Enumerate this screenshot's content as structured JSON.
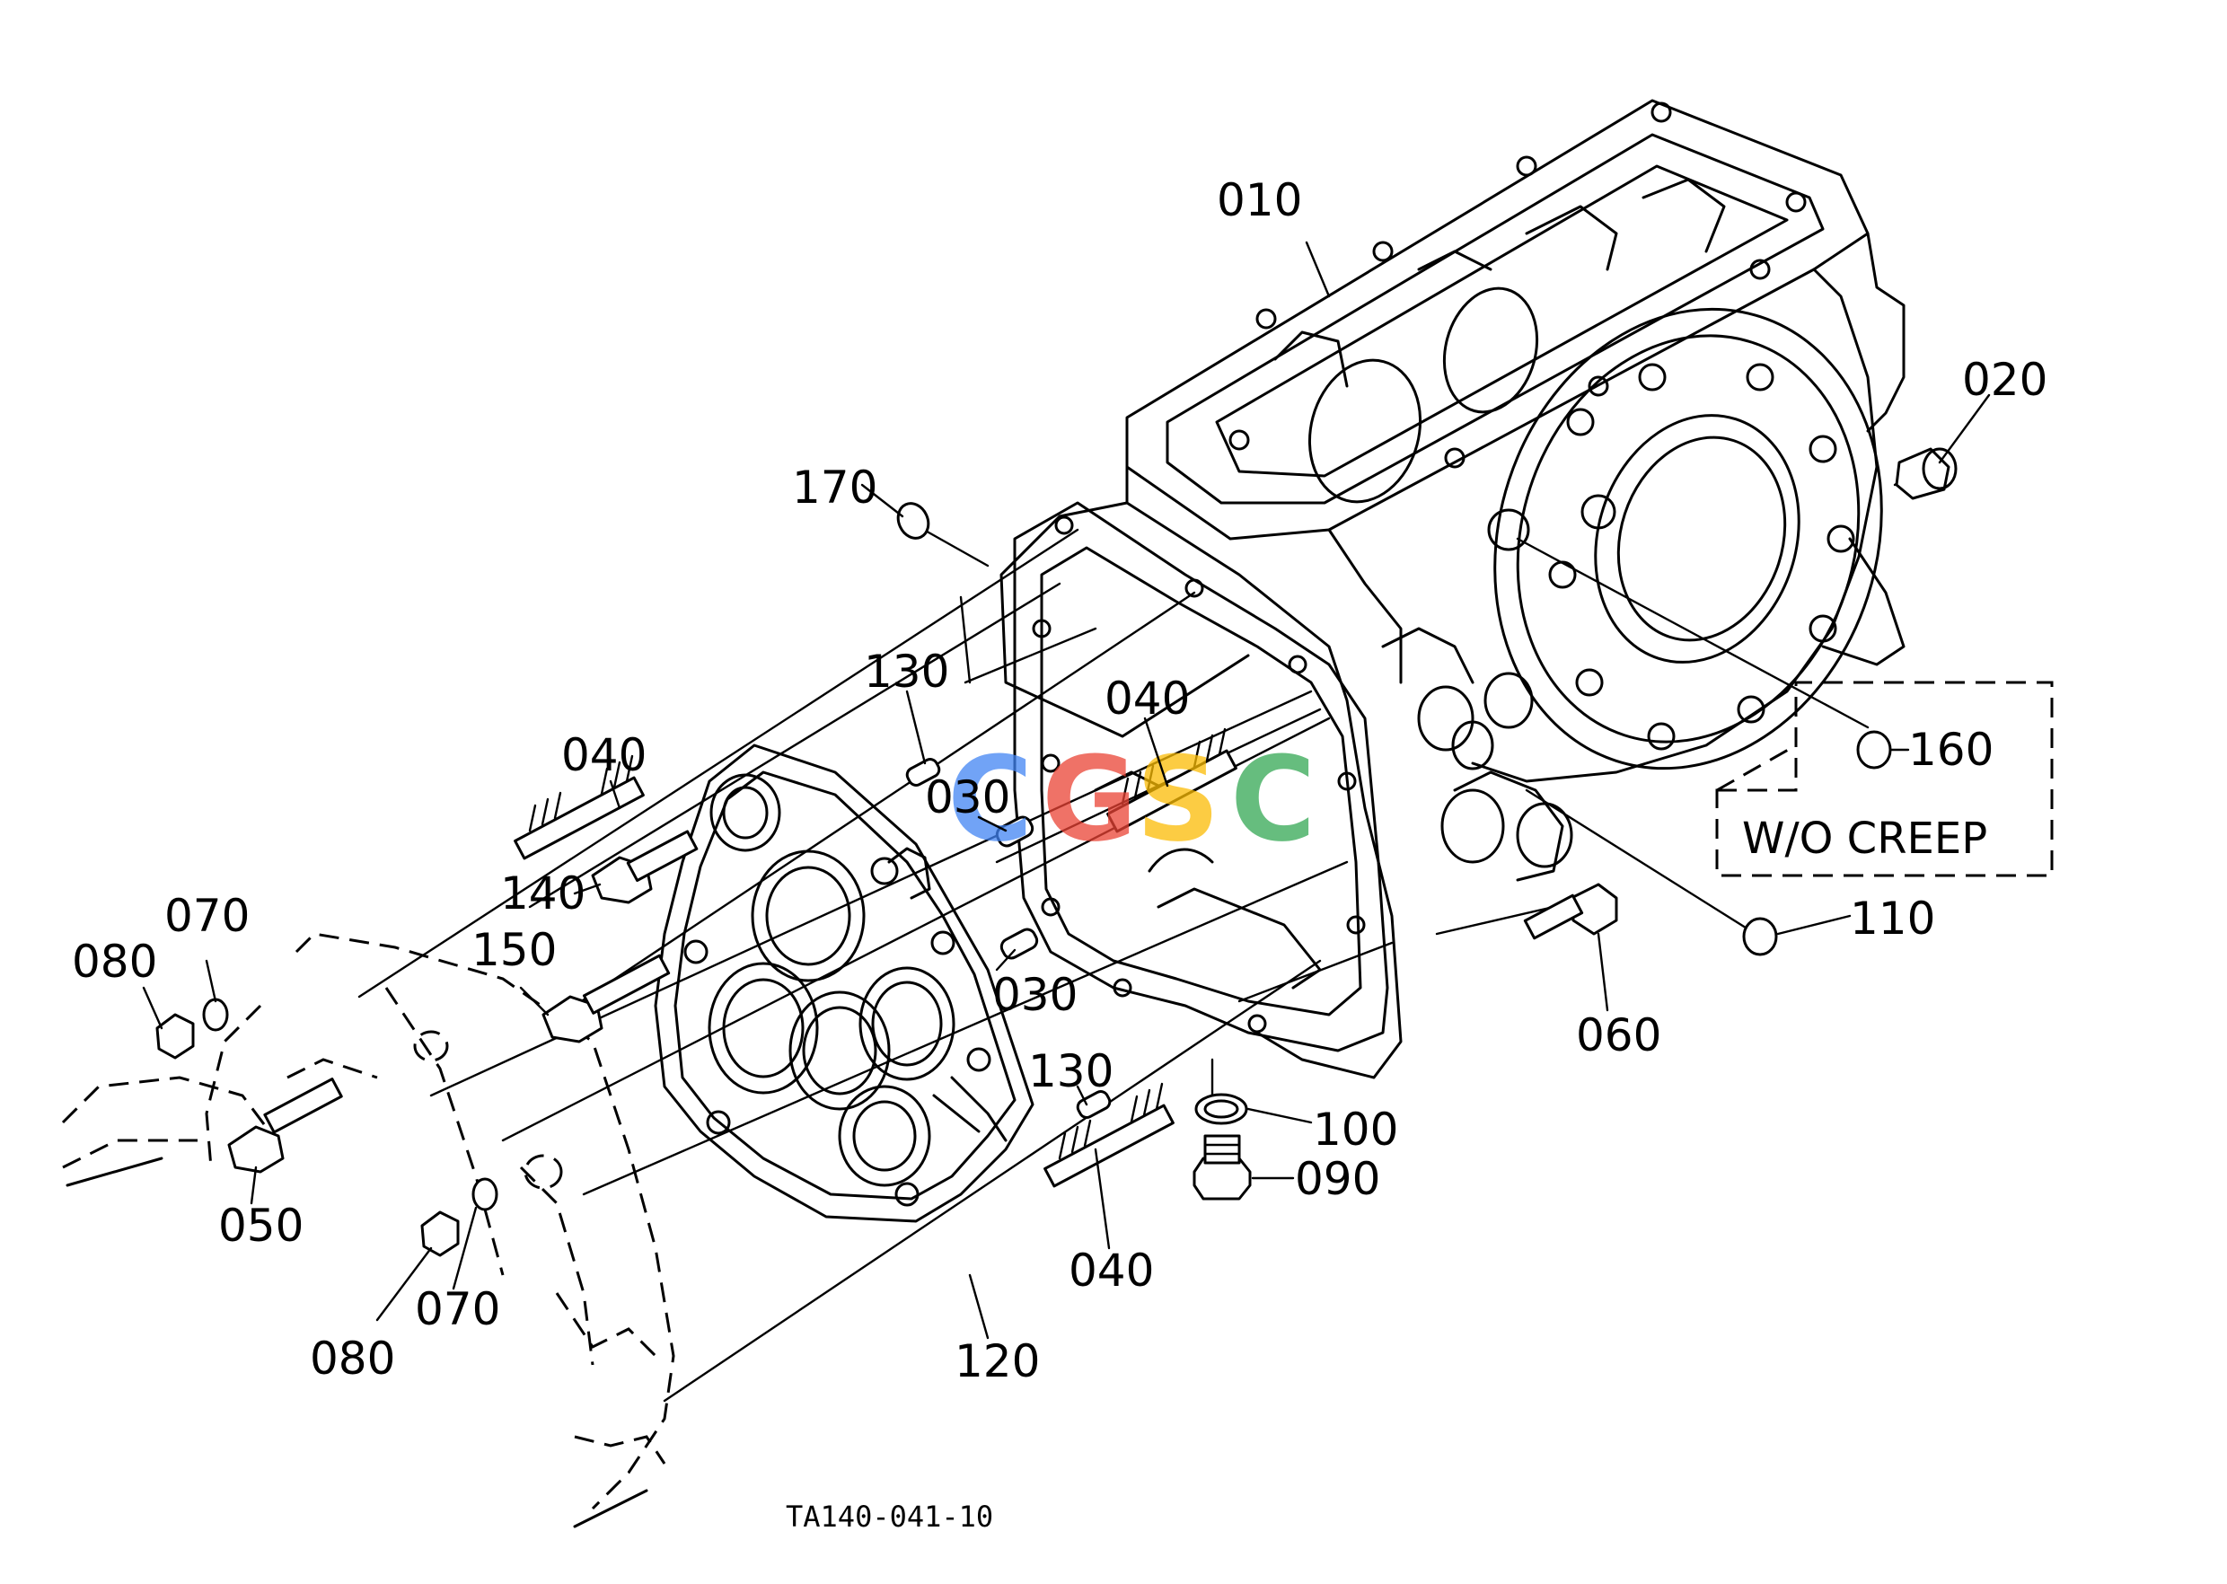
{
  "drawing_code": "TA140-041-10",
  "note_box": "W/O CREEP",
  "watermark": {
    "letters": [
      "C",
      "G",
      "S",
      "C"
    ],
    "colors": [
      "#4285f4",
      "#ea4335",
      "#fbbc05",
      "#34a853"
    ]
  },
  "callouts": {
    "c010": "010",
    "c020": "020",
    "c170": "170",
    "c130a": "130",
    "c040a": "040",
    "c030a": "030",
    "c040b": "040",
    "c140": "140",
    "c070a": "070",
    "c080a": "080",
    "c150": "150",
    "c030b": "030",
    "c160": "160",
    "c110": "110",
    "c060": "060",
    "c130b": "130",
    "c100": "100",
    "c090": "090",
    "c050": "050",
    "c040c": "040",
    "c070b": "070",
    "c080b": "080",
    "c120": "120"
  }
}
